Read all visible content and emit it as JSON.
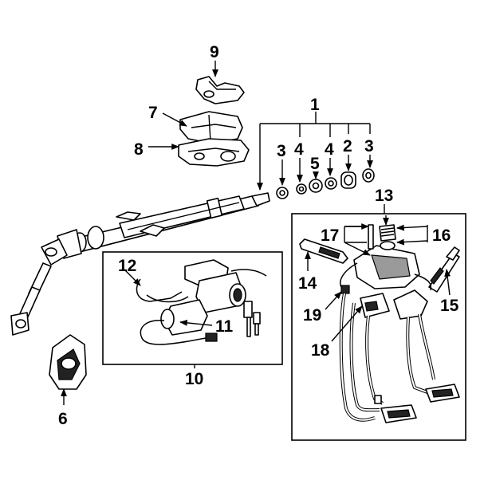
{
  "callouts": {
    "c1": "1",
    "c2": "2",
    "c3a": "3",
    "c3b": "3",
    "c4a": "4",
    "c4b": "4",
    "c5": "5",
    "c6": "6",
    "c7": "7",
    "c8": "8",
    "c9": "9",
    "c10": "10",
    "c11": "11",
    "c12": "12",
    "c13": "13",
    "c14": "14",
    "c15": "15",
    "c16": "16",
    "c17": "17",
    "c18": "18",
    "c19": "19"
  }
}
